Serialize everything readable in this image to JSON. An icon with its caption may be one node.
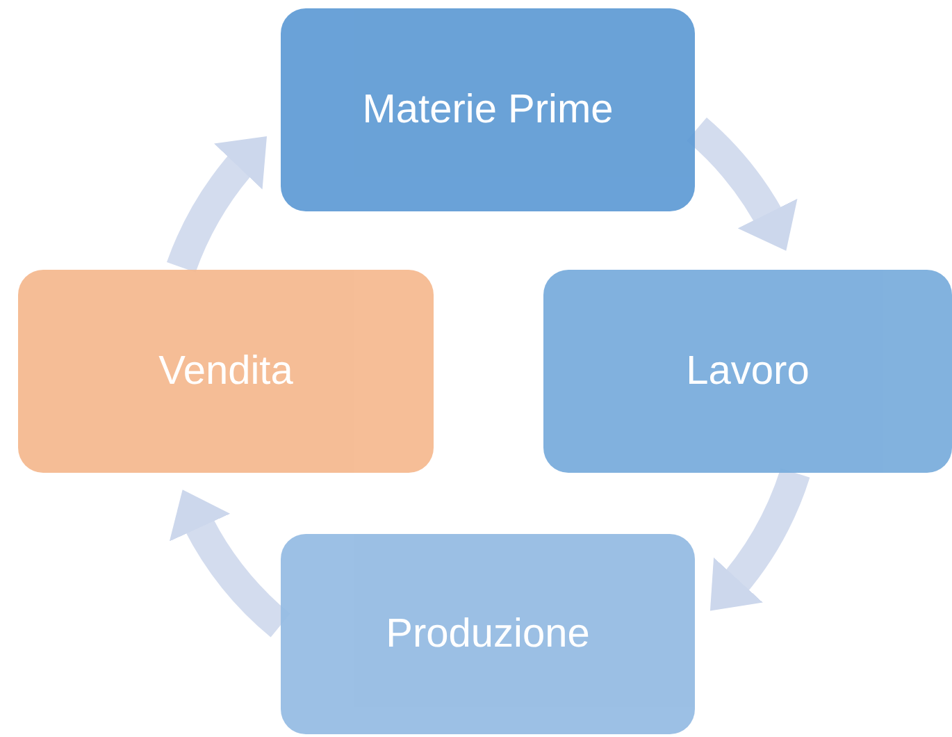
{
  "diagram": {
    "nodes": [
      {
        "text": [
          "Materie Prime"
        ]
      },
      {
        "text": [
          "Lavoro"
        ]
      },
      {
        "text": [
          "Produzione"
        ]
      },
      {
        "text": [
          "Vendita"
        ]
      }
    ],
    "edges": [
      {
        "from": 0,
        "to": 1,
        "arrow": "to"
      },
      {
        "from": 1,
        "to": 2,
        "arrow": "to"
      },
      {
        "from": 2,
        "to": 3,
        "arrow": "to"
      },
      {
        "from": 3,
        "to": 0,
        "arrow": "to"
      }
    ]
  }
}
